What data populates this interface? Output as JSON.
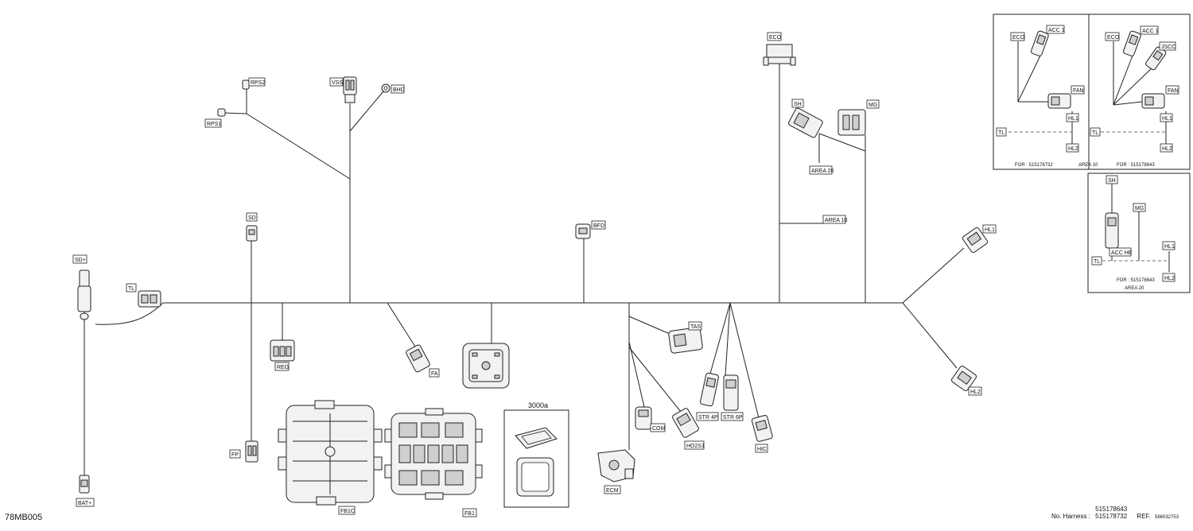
{
  "figure_code": "78MB005",
  "labels": {
    "sd_plus": "SD+",
    "bat_plus": "BAT+",
    "tl": "TL",
    "rps2": "RPS2",
    "rps1": "RPS1",
    "vss": "VSS",
    "bhd": "BHD",
    "sd": "SD",
    "reg": "REG",
    "fp": "FP",
    "fa": "FA",
    "bfd": "BFD",
    "fb1c": "FB1C",
    "fb1": "FB1",
    "detail_3000a": "3000a",
    "eco": "ECO",
    "sh": "SH",
    "mg": "MG",
    "area20": "AREA 20",
    "area10": "AREA 10",
    "tas": "TAS",
    "com": "COM",
    "ho2s1": "HO2S1",
    "ecm": "ECM",
    "str4p": "STR 4P",
    "str6p": "STR 6P",
    "hic": "HIC",
    "hl1": "HL1",
    "hl2": "HL2"
  },
  "inset_a": {
    "eco1": "ECO",
    "acc1_1": "ACC 1",
    "fan1": "FAN",
    "hl1_1": "HL1",
    "tl1": "TL",
    "hl2_1": "HL2",
    "for1": "FOR : 515178732",
    "area10": "AREA 10",
    "eco2": "ECO",
    "acc1_2": "ACC 1",
    "jscc": "JSCC",
    "fan2": "FAN",
    "hl1_2": "HL1",
    "tl2": "TL",
    "hl2_2": "HL2",
    "for2": "FOR : 515178643"
  },
  "inset_b": {
    "sh": "SH",
    "mg": "MG",
    "acc_he": "ACC HE",
    "hl1": "HL1",
    "tl": "TL",
    "for": "FOR : 515178643",
    "hl2": "HL2",
    "area20": "AREA 20"
  },
  "footer": {
    "harness_label": "No. Harness :",
    "harness_1": "515178643",
    "harness_2": "515178732",
    "ref_label": "REF.",
    "ref_number": "586032753"
  }
}
